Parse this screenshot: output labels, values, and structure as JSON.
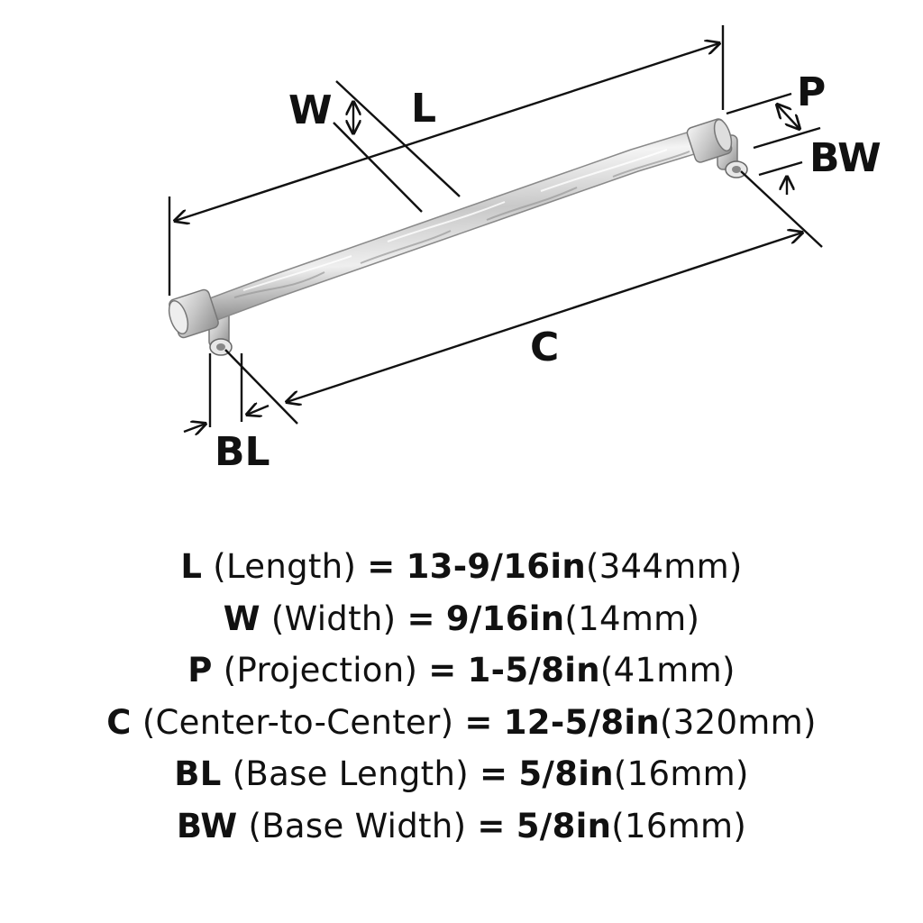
{
  "diagram": {
    "labels": {
      "W": "W",
      "L": "L",
      "P": "P",
      "BW": "BW",
      "C": "C",
      "BL": "BL"
    }
  },
  "specs": [
    {
      "key": "L",
      "desc": "(Length)",
      "eq": "=",
      "imperial": "13-9/16in",
      "metric": "(344mm)"
    },
    {
      "key": "W",
      "desc": "(Width)",
      "eq": "=",
      "imperial": "9/16in",
      "metric": "(14mm)"
    },
    {
      "key": "P",
      "desc": "(Projection)",
      "eq": "=",
      "imperial": "1-5/8in",
      "metric": "(41mm)"
    },
    {
      "key": "C",
      "desc": "(Center-to-Center)",
      "eq": "=",
      "imperial": "12-5/8in",
      "metric": "(320mm)"
    },
    {
      "key": "BL",
      "desc": "(Base Length)",
      "eq": "=",
      "imperial": "5/8in",
      "metric": "(16mm)"
    },
    {
      "key": "BW",
      "desc": "(Base Width)",
      "eq": "=",
      "imperial": "5/8in",
      "metric": "(16mm)"
    }
  ],
  "colors": {
    "ink": "#111111",
    "metal_light": "#f2f2f2",
    "metal_mid": "#cfcfcf",
    "metal_dark": "#8c8c8c"
  }
}
